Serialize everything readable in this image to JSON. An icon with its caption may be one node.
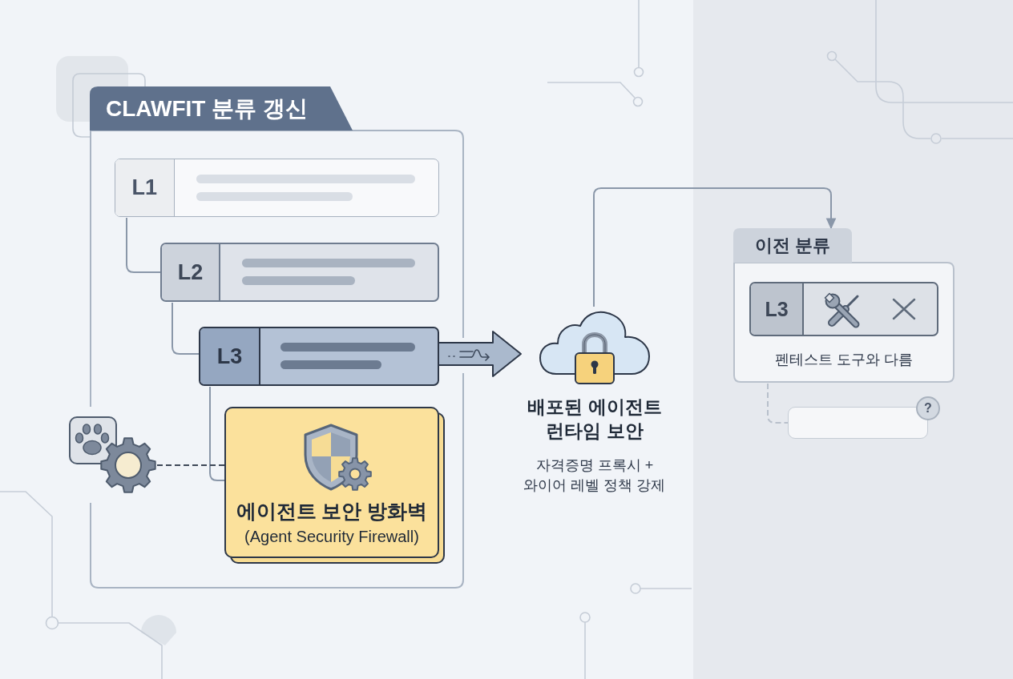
{
  "diagram": {
    "nodes": [
      {
        "text": [
          "CLAWFIT 분류 갱신"
        ]
      },
      {
        "text": [
          "L1"
        ],
        "in": 0
      },
      {
        "text": [
          "L2"
        ],
        "in": 0
      },
      {
        "text": [
          "L3"
        ],
        "in": 0
      },
      {
        "text": [
          "에이전트 보안 방화벽",
          "(Agent Security Firewall)"
        ],
        "in": 0
      },
      {
        "text": [],
        "shape": "picture"
      },
      {
        "text": [
          "배포된 에이전트 런타임 보안",
          "자격증명 프록시 + 와이어 레벨 정책 강제"
        ]
      },
      {
        "text": [
          "이전 분류",
          "펜테스트 도구와 다름"
        ]
      },
      {
        "text": [
          "L3"
        ],
        "in": 7
      },
      {
        "text": [],
        "shape": "box"
      },
      {
        "text": [
          "?"
        ]
      }
    ],
    "edges": [
      {
        "from": 1,
        "to": 2,
        "arrow": "none"
      },
      {
        "from": 2,
        "to": 3,
        "arrow": "none"
      },
      {
        "from": 3,
        "to": 4,
        "arrow": "none"
      },
      {
        "from": 5,
        "to": 4,
        "arrow": "none",
        "style": "dashed",
        "color": "#3d4757"
      },
      {
        "from": 3,
        "to": 6,
        "arrow": "to",
        "style": "thick"
      },
      {
        "from": 6,
        "to": 7,
        "arrow": "to"
      },
      {
        "from": 7,
        "to": 9,
        "arrow": "none",
        "style": "dashed",
        "color": "#b8c0cb"
      }
    ]
  }
}
